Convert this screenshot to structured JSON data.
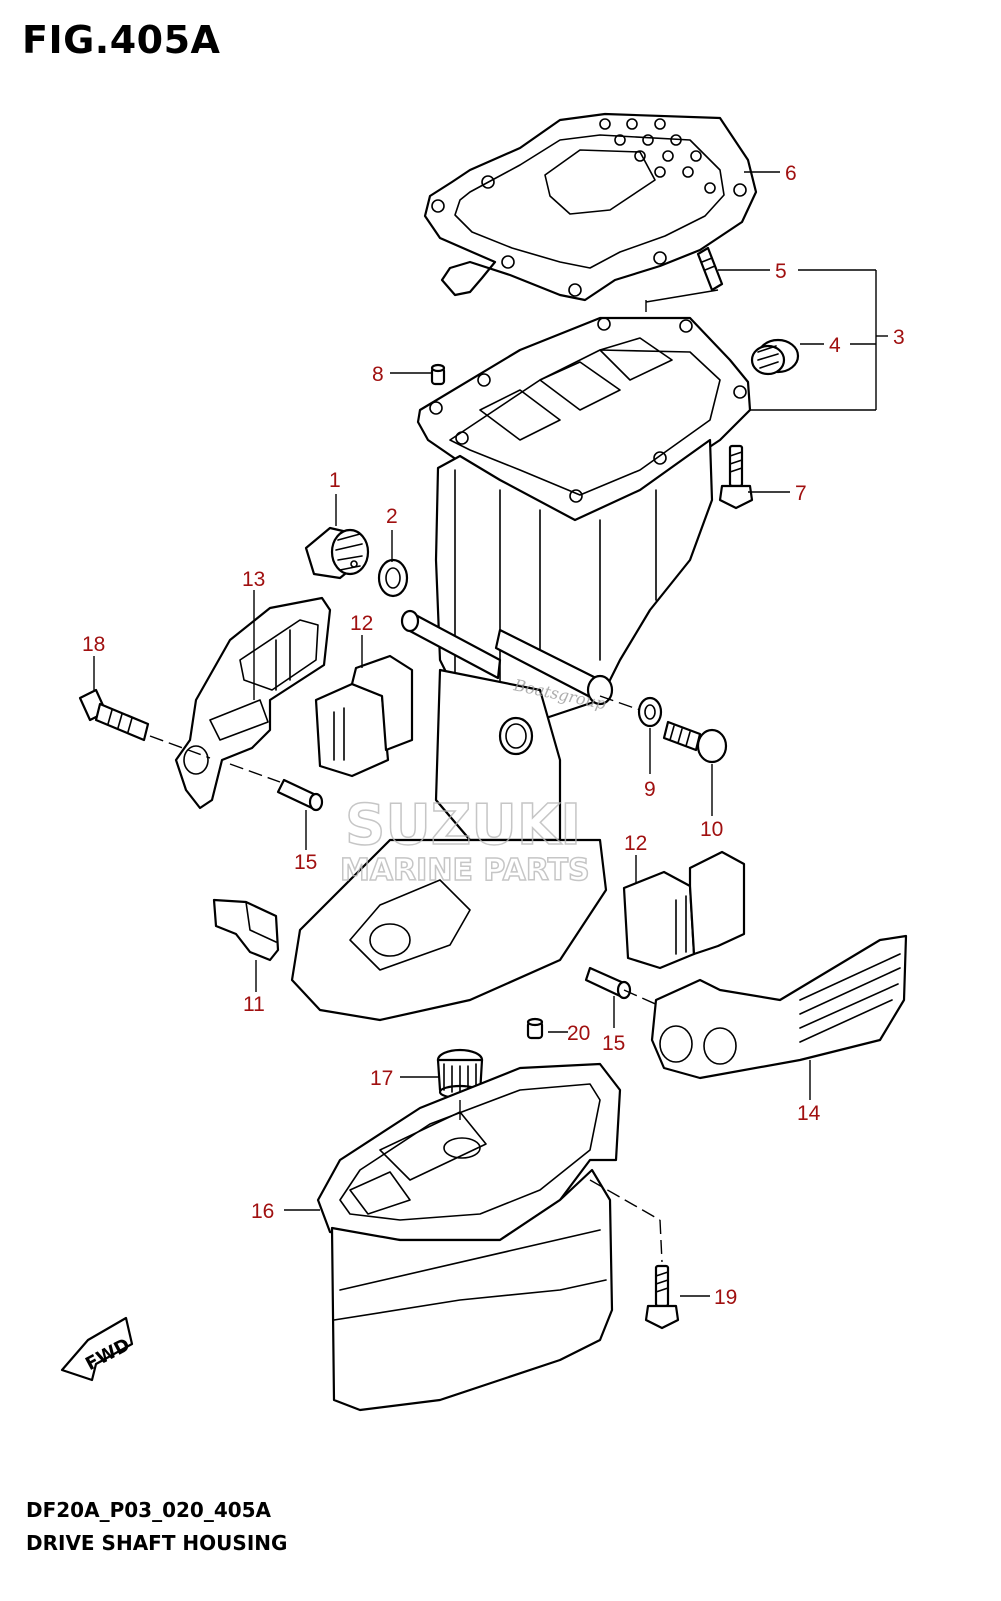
{
  "figure": {
    "title": "FIG.405A",
    "code": "DF20A_P03_020_405A",
    "caption": "DRIVE SHAFT HOUSING"
  },
  "labels": [
    "1",
    "2",
    "3",
    "4",
    "5",
    "6",
    "7",
    "8",
    "9",
    "10",
    "11",
    "12",
    "12",
    "13",
    "14",
    "15",
    "15",
    "16",
    "17",
    "18",
    "19",
    "20"
  ],
  "watermark": {
    "brand": "SUZUKI",
    "line2": "MARINE PARTS",
    "url": "Boatsgroup"
  },
  "fwd_label": "FWD",
  "colors": {
    "callout": "#a01010",
    "line": "#000000",
    "watermark": "#b8b8b8"
  }
}
